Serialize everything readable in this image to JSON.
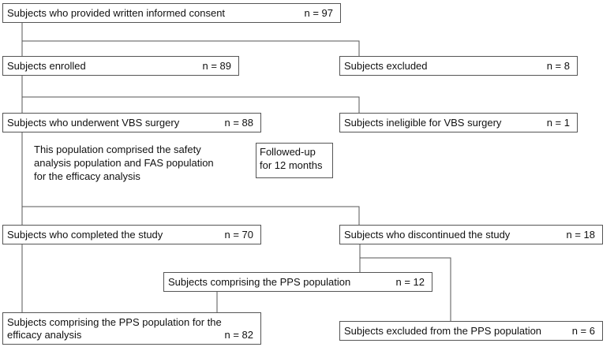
{
  "boxes": {
    "consent": {
      "label": "Subjects who provided written informed consent",
      "n": "n = 97"
    },
    "enrolled": {
      "label": "Subjects enrolled",
      "n": "n = 89"
    },
    "excluded": {
      "label": "Subjects excluded",
      "n": "n = 8"
    },
    "vbs": {
      "label": "Subjects who underwent VBS surgery",
      "n": "n = 88"
    },
    "ineligible": {
      "label": "Subjects ineligible for VBS surgery",
      "n": "n = 1"
    },
    "completed": {
      "label": "Subjects who completed the study",
      "n": "n = 70"
    },
    "discontinued": {
      "label": "Subjects who discontinued the study",
      "n": "n = 18"
    },
    "pps": {
      "label": "Subjects comprising the PPS population",
      "n": "n = 12"
    },
    "pps_efficacy": {
      "label": "Subjects comprising the PPS population for the efficacy analysis",
      "n": "n = 82"
    },
    "pps_excluded": {
      "label": "Subjects excluded from the PPS population",
      "n": "n = 6"
    }
  },
  "notes": {
    "population_line1": "This population comprised the safety",
    "population_line2": "analysis population and FAS population",
    "population_line3": "for the efficacy analysis",
    "followup_line1": "Followed-up",
    "followup_line2": "for 12 months"
  }
}
